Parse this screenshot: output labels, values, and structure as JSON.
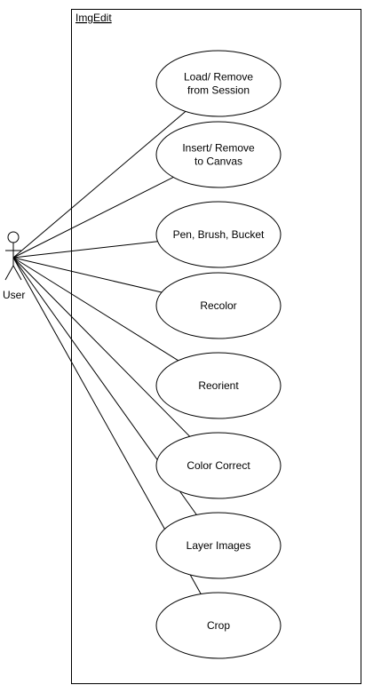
{
  "system": {
    "title": "ImgEdit"
  },
  "actor": {
    "label": "User"
  },
  "use_cases": [
    {
      "lines": [
        "Load/ Remove",
        "from Session"
      ]
    },
    {
      "lines": [
        "Insert/ Remove",
        "to Canvas"
      ]
    },
    {
      "lines": [
        "Pen, Brush, Bucket"
      ]
    },
    {
      "lines": [
        "Recolor"
      ]
    },
    {
      "lines": [
        "Reorient"
      ]
    },
    {
      "lines": [
        "Color Correct"
      ]
    },
    {
      "lines": [
        "Layer Images"
      ]
    },
    {
      "lines": [
        "Crop"
      ]
    }
  ]
}
